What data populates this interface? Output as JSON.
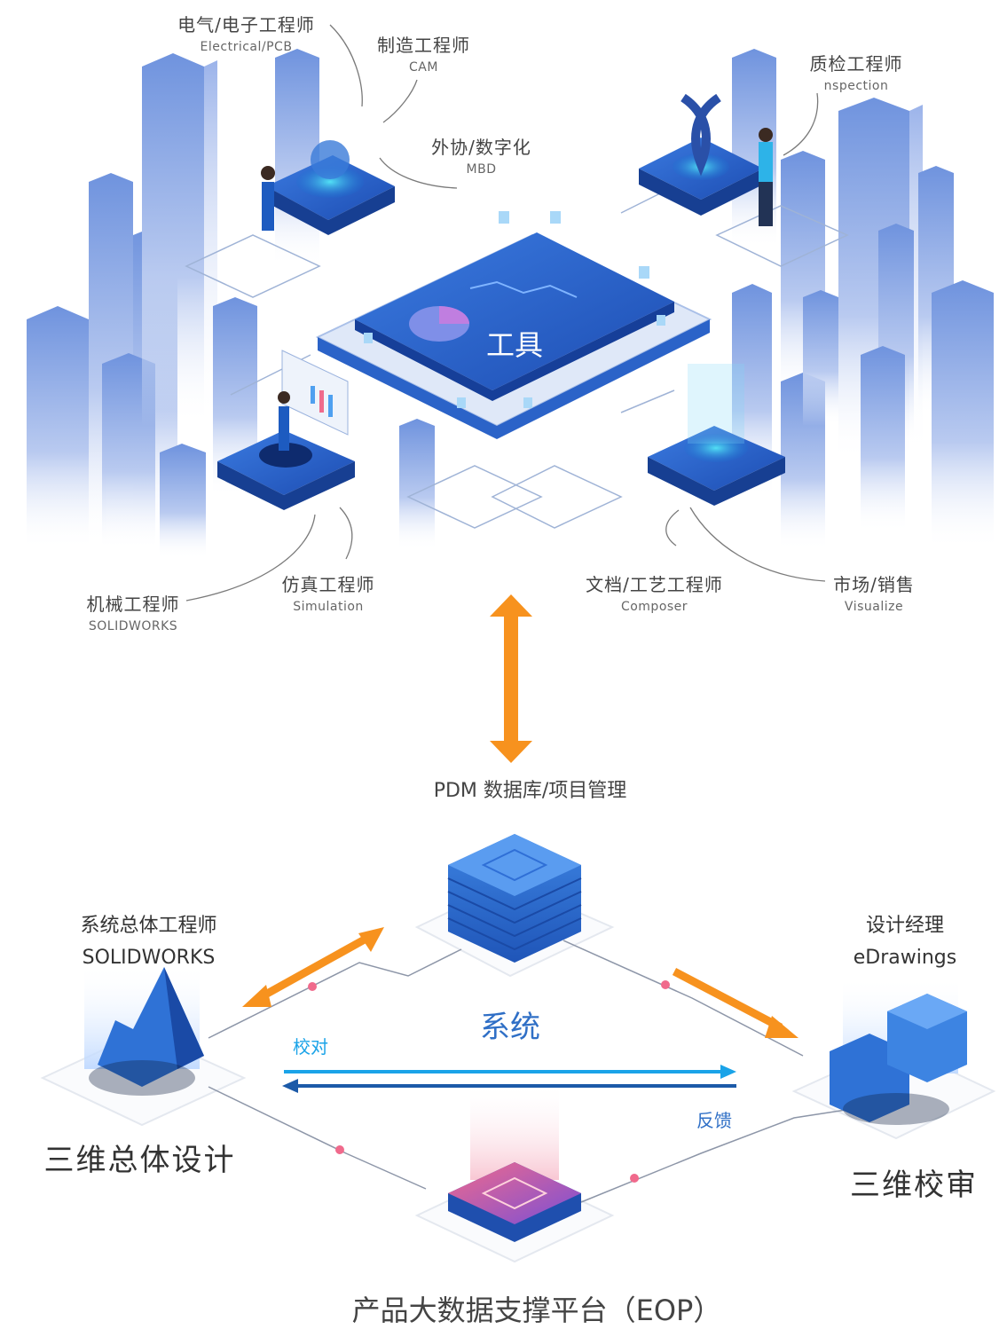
{
  "top": {
    "center_label": "工具",
    "roles": {
      "electrical": {
        "cn": "电气/电子工程师",
        "en": "Electrical/PCB"
      },
      "manufacturing": {
        "cn": "制造工程师",
        "en": "CAM"
      },
      "outsourcing": {
        "cn": "外协/数字化",
        "en": "MBD"
      },
      "inspection": {
        "cn": "质检工程师",
        "en": "nspection"
      },
      "mechanical": {
        "cn": "机械工程师",
        "en": "SOLIDWORKS"
      },
      "simulation": {
        "cn": "仿真工程师",
        "en": "Simulation"
      },
      "documentation": {
        "cn": "文档/工艺工程师",
        "en": "Composer"
      },
      "marketing": {
        "cn": "市场/销售",
        "en": "Visualize"
      }
    }
  },
  "bottom": {
    "pdm_label": "PDM 数据库/项目管理",
    "system_label": "系统",
    "left_role": {
      "cn": "系统总体工程师",
      "en": "SOLIDWORKS"
    },
    "right_role": {
      "cn": "设计经理",
      "en": "eDrawings"
    },
    "left_node": "三维总体设计",
    "right_node": "三维校审",
    "platform": "产品大数据支撑平台（EOP）",
    "arrow_forward": "校对",
    "arrow_back": "反馈"
  },
  "colors": {
    "orange": "#F7921E",
    "blue": "#2F6FC6",
    "cyan": "#1AA3E8",
    "dark_blue": "#1C5AA8"
  }
}
